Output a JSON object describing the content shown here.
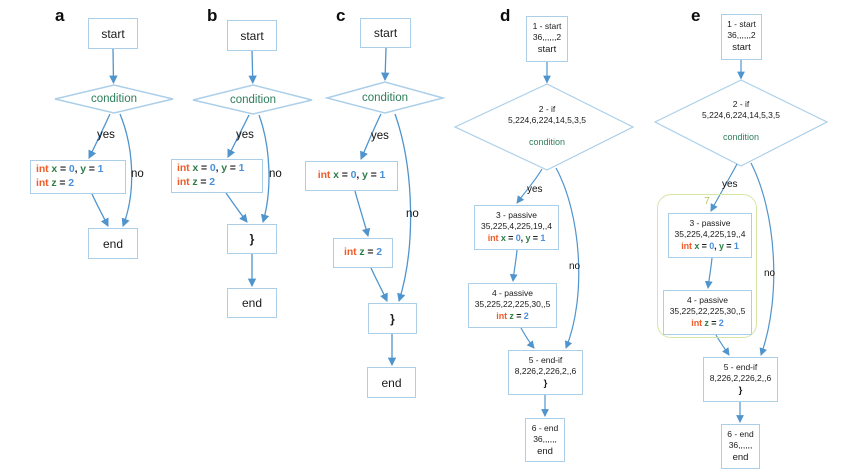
{
  "figure": {
    "yes": "yes",
    "no": "no",
    "start": "start",
    "end": "end",
    "condition": "condition",
    "close_brace": "}"
  },
  "panels": {
    "a": "a",
    "b": "b",
    "c": "c",
    "d": "d",
    "e": "e"
  },
  "code": {
    "int": "int",
    "x": "x",
    "y": "y",
    "z": "z",
    "eq": "=",
    "comma": ",",
    "zero": "0",
    "one": "1",
    "two": "2"
  },
  "cfg": {
    "n1_title": "1 - start",
    "n1_meta": "36,,,,,,2",
    "n1_body": "start",
    "n2_title": "2 - if",
    "n2_meta": "5,224,6,224,14,5,3,5",
    "n2_body": "condition",
    "n3_title": "3 - passive",
    "n3_meta": "35,225,4,225,19,,4",
    "n4_title": "4 - passive",
    "n4_meta": "35,225,22,225,30,,5",
    "n5_title": "5 - end-if",
    "n5_meta": "8,226,2,226,2,,6",
    "n5_body": "}",
    "n6_title": "6 - end",
    "n6_meta": "36,,,,,,",
    "n6_body": "end",
    "group_label": "7"
  },
  "colors": {
    "edge": "#4f94cd",
    "node_border": "#abcfe9",
    "keyword": "#ee5c2a",
    "variable": "#2f7d45",
    "number": "#4a90d9",
    "condition_text": "#2e7d5b",
    "group_border": "#d5e6a3",
    "group_label": "#b9c55e"
  }
}
